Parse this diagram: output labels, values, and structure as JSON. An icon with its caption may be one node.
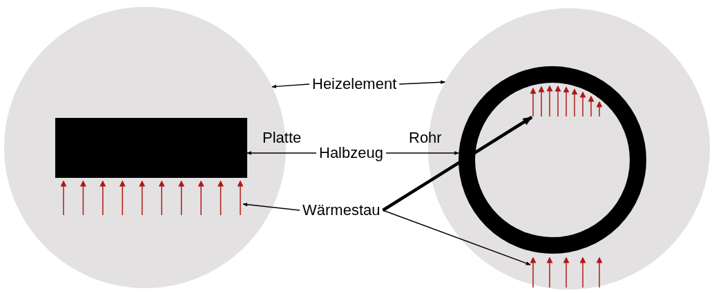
{
  "diagram": {
    "nodes": [
      {
        "text": [
          "Heizelement"
        ]
      },
      {
        "text": [],
        "shape": "circle"
      },
      {
        "text": [],
        "shape": "circle"
      },
      {
        "text": [
          "Halbzeug"
        ]
      },
      {
        "text": [],
        "shape": "box",
        "in": 1
      },
      {
        "text": [],
        "shape": "ring",
        "in": 2
      },
      {
        "text": [
          "Wärmestau"
        ]
      },
      {
        "text": [],
        "shape": "picture",
        "in": 1
      },
      {
        "text": [],
        "shape": "picture",
        "in": 5
      },
      {
        "text": [],
        "shape": "picture",
        "in": 2
      }
    ],
    "edges": [
      {
        "from": 0,
        "to": 1,
        "arrow": "to"
      },
      {
        "from": 0,
        "to": 2,
        "arrow": "to"
      },
      {
        "from": 3,
        "to": 4,
        "arrow": "to",
        "label": "Platte"
      },
      {
        "from": 3,
        "to": 5,
        "arrow": "to",
        "label": "Rohr"
      },
      {
        "from": 6,
        "to": 7,
        "arrow": "to"
      },
      {
        "from": 6,
        "to": 8,
        "arrow": "to",
        "style": "thick"
      },
      {
        "from": 6,
        "to": 9,
        "arrow": "to"
      }
    ]
  }
}
